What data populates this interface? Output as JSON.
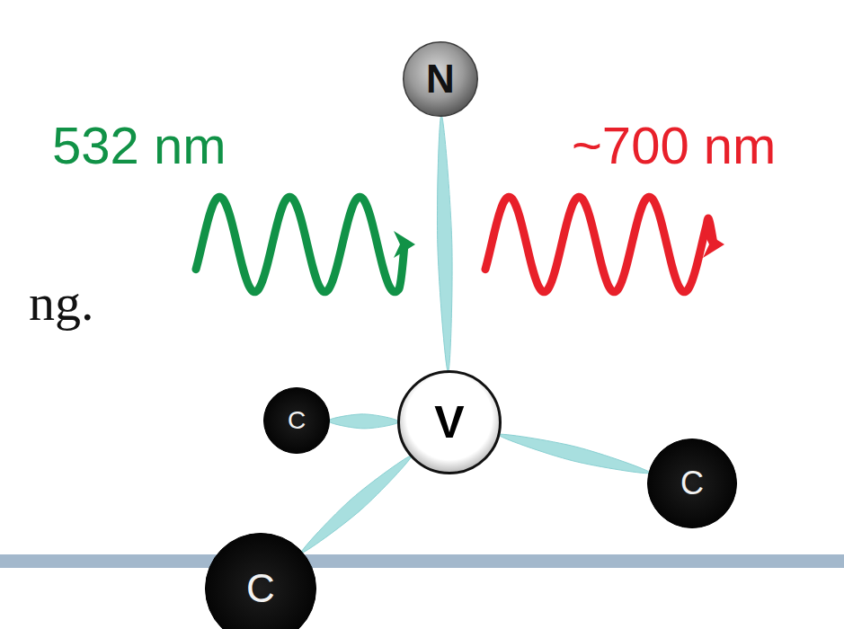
{
  "diagram": {
    "nodes": [
      {
        "text": [
          "N"
        ]
      },
      {
        "text": [
          "C"
        ]
      },
      {
        "text": [
          "V"
        ]
      },
      {
        "text": [
          "C"
        ]
      },
      {
        "text": [
          "C"
        ]
      }
    ],
    "edges": [
      {
        "from": 2,
        "to": 0,
        "arrow": "none"
      },
      {
        "from": 2,
        "to": 1,
        "arrow": "none"
      },
      {
        "from": 2,
        "to": 3,
        "arrow": "none"
      },
      {
        "from": 2,
        "to": 4,
        "arrow": "none"
      }
    ],
    "labels": [
      "532 nm",
      "~700 nm",
      "ng."
    ]
  }
}
